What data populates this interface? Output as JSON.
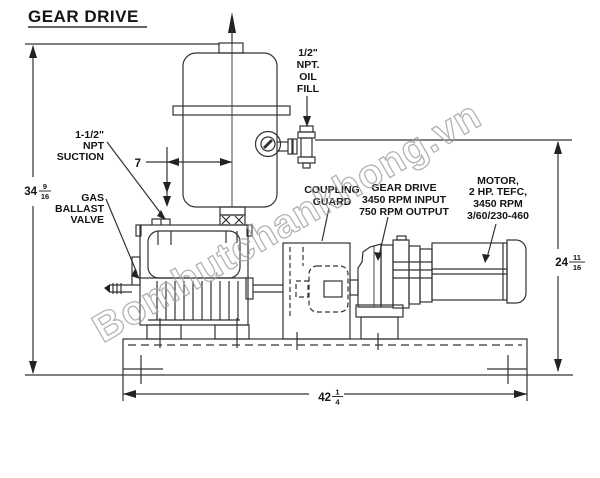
{
  "title": "GEAR DRIVE",
  "watermark": "Bomhutchankhong.vn",
  "labels": {
    "oil_fill": {
      "lines": [
        "1/2\"",
        "NPT.",
        "OIL",
        "FILL"
      ]
    },
    "suction": {
      "lines": [
        "1-1/2\"",
        "NPT",
        "SUCTION"
      ]
    },
    "gas_ballast": {
      "lines": [
        "GAS",
        "BALLAST",
        "VALVE"
      ]
    },
    "coupling_guard": {
      "lines": [
        "COUPLING",
        "GUARD"
      ]
    },
    "gear_drive": {
      "lines": [
        "GEAR DRIVE",
        "3450 RPM INPUT",
        "750 RPM OUTPUT"
      ]
    },
    "motor": {
      "lines": [
        "MOTOR,",
        "2 HP. TEFC,",
        "3450 RPM",
        "3/60/230-460"
      ]
    }
  },
  "dimensions": {
    "overall_height": {
      "whole": "34",
      "num": "9",
      "den": "16"
    },
    "right_height": {
      "whole": "24",
      "num": "11",
      "den": "16"
    },
    "overall_length": {
      "whole": "42",
      "num": "1",
      "den": "4"
    },
    "suction_offset": "7"
  }
}
